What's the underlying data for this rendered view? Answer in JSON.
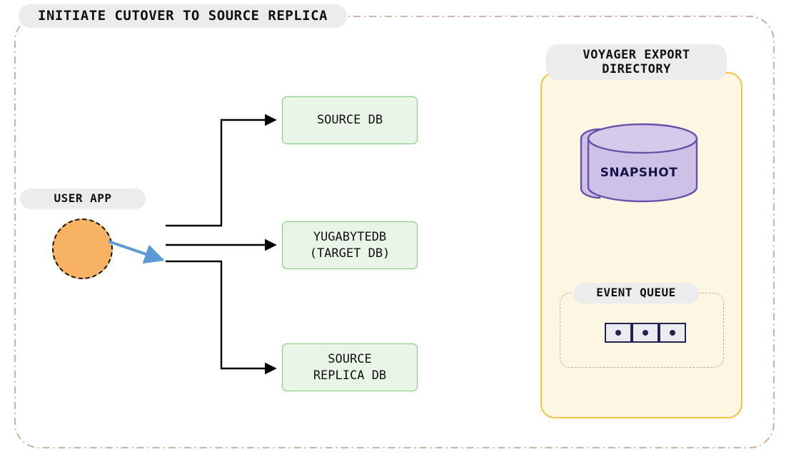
{
  "diagram": {
    "title": "INITIATE CUTOVER TO SOURCE REPLICA",
    "colors": {
      "outer_frame_border": "#c9a999",
      "pill_background": "#ececec",
      "green_box_fill": "#e9f5e6",
      "green_box_border": "#7dc47d",
      "user_circle_fill": "#f7b264",
      "user_circle_border": "#111111",
      "voyager_panel_fill": "#fdf6e3",
      "voyager_panel_border": "#f5c242",
      "snapshot_fill": "#ccc2e8",
      "snapshot_border": "#6a4fa8",
      "snapshot_text": "#1b1449",
      "queue_cell_fill": "#ebebf2",
      "queue_cell_border": "#26214f",
      "connector_black": "#000000",
      "connector_blue": "#5b9bd5"
    }
  },
  "user_app": {
    "label": "USER APP",
    "shape": "circle"
  },
  "databases": [
    {
      "id": "source-db",
      "label": "SOURCE DB"
    },
    {
      "id": "target-db",
      "label": "YUGABYTEDB\n(TARGET DB)"
    },
    {
      "id": "source-replica-db",
      "label": "SOURCE\nREPLICA DB"
    }
  ],
  "voyager": {
    "label": "VOYAGER EXPORT",
    "label_line2": "DIRECTORY",
    "snapshot": {
      "label": "SNAPSHOT",
      "icon": "database-cylinder-icon"
    },
    "event_queue": {
      "label": "EVENT QUEUE",
      "cells": [
        {
          "id": "queue-cell-1",
          "icon": "event-dot-icon"
        },
        {
          "id": "queue-cell-2",
          "icon": "event-dot-icon"
        },
        {
          "id": "queue-cell-3",
          "icon": "event-dot-icon"
        }
      ],
      "inbound_arrow": "queue-inbound-arrow",
      "outbound_arrow": "queue-outbound-arrow"
    }
  },
  "connections": [
    {
      "id": "conn-to-source-db",
      "from": "bus",
      "to": "source-db",
      "color": "#000000"
    },
    {
      "id": "conn-to-target-db",
      "from": "bus",
      "to": "target-db",
      "color": "#000000"
    },
    {
      "id": "conn-to-source-replica-db",
      "from": "bus",
      "to": "source-replica-db",
      "color": "#000000"
    },
    {
      "id": "conn-user-app-to-bus",
      "from": "user-app",
      "to": "bus",
      "color": "#5b9bd5"
    }
  ]
}
